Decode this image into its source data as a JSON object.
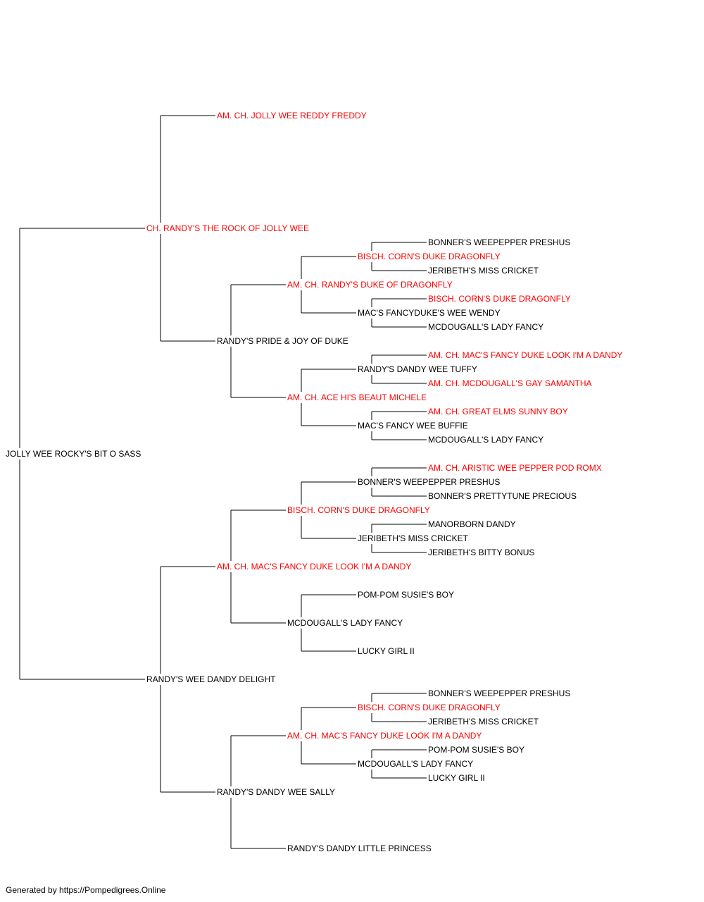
{
  "colors": {
    "champion": "#ff0000",
    "regular": "#000000",
    "line": "#000000"
  },
  "pedigree": {
    "subject": {
      "name": "JOLLY WEE ROCKY'S BIT O SASS",
      "champion": false
    },
    "sire": {
      "name": "CH. RANDY'S THE ROCK OF JOLLY WEE",
      "champion": true,
      "sire": {
        "name": "AM. CH. JOLLY WEE REDDY FREDDY",
        "champion": true
      },
      "dam": {
        "name": "RANDY'S PRIDE & JOY OF DUKE",
        "champion": false,
        "sire": {
          "name": "AM. CH. RANDY'S DUKE OF DRAGONFLY",
          "champion": true,
          "sire": {
            "name": "BISCH. CORN'S DUKE DRAGONFLY",
            "champion": true,
            "sire": {
              "name": "BONNER'S WEEPEPPER PRESHUS",
              "champion": false
            },
            "dam": {
              "name": "JERIBETH'S MISS CRICKET",
              "champion": false
            }
          },
          "dam": {
            "name": "MAC'S FANCYDUKE'S WEE WENDY",
            "champion": false,
            "sire": {
              "name": "BISCH. CORN'S DUKE DRAGONFLY",
              "champion": true
            },
            "dam": {
              "name": "MCDOUGALL'S LADY FANCY",
              "champion": false
            }
          }
        },
        "dam": {
          "name": "AM. CH. ACE HI'S BEAUT MICHELE",
          "champion": true,
          "sire": {
            "name": "RANDY'S DANDY WEE TUFFY",
            "champion": false,
            "sire": {
              "name": "AM. CH. MAC'S FANCY DUKE LOOK I'M A DANDY",
              "champion": true
            },
            "dam": {
              "name": "AM. CH. MCDOUGALL'S GAY SAMANTHA",
              "champion": true
            }
          },
          "dam": {
            "name": "MAC'S FANCY WEE BUFFIE",
            "champion": false,
            "sire": {
              "name": "AM. CH. GREAT ELMS SUNNY BOY",
              "champion": true
            },
            "dam": {
              "name": "MCDOUGALL'S LADY FANCY",
              "champion": false
            }
          }
        }
      }
    },
    "dam": {
      "name": "RANDY'S WEE DANDY DELIGHT",
      "champion": false,
      "sire": {
        "name": "AM. CH. MAC'S FANCY DUKE LOOK I'M A DANDY",
        "champion": true,
        "sire": {
          "name": "BISCH. CORN'S DUKE DRAGONFLY",
          "champion": true,
          "sire": {
            "name": "BONNER'S WEEPEPPER PRESHUS",
            "champion": false,
            "sire": {
              "name": "AM. CH. ARISTIC WEE PEPPER POD ROMX",
              "champion": true
            },
            "dam": {
              "name": "BONNER'S PRETTYTUNE PRECIOUS",
              "champion": false
            }
          },
          "dam": {
            "name": "JERIBETH'S MISS CRICKET",
            "champion": false,
            "sire": {
              "name": "MANORBORN DANDY",
              "champion": false
            },
            "dam": {
              "name": "JERIBETH'S BITTY BONUS",
              "champion": false
            }
          }
        },
        "dam": {
          "name": "MCDOUGALL'S LADY FANCY",
          "champion": false,
          "sire": {
            "name": "POM-POM SUSIE'S BOY",
            "champion": false
          },
          "dam": {
            "name": "LUCKY GIRL II",
            "champion": false
          }
        }
      },
      "dam": {
        "name": "RANDY'S DANDY WEE SALLY",
        "champion": false,
        "sire": {
          "name": "AM. CH. MAC'S FANCY DUKE LOOK I'M A DANDY",
          "champion": true,
          "sire": {
            "name": "BISCH. CORN'S DUKE DRAGONFLY",
            "champion": true,
            "sire": {
              "name": "BONNER'S WEEPEPPER PRESHUS",
              "champion": false
            },
            "dam": {
              "name": "JERIBETH'S MISS CRICKET",
              "champion": false
            }
          },
          "dam": {
            "name": "MCDOUGALL'S LADY FANCY",
            "champion": false,
            "sire": {
              "name": "POM-POM SUSIE'S BOY",
              "champion": false
            },
            "dam": {
              "name": "LUCKY GIRL II",
              "champion": false
            }
          }
        },
        "dam": {
          "name": "RANDY'S DANDY LITTLE PRINCESS",
          "champion": false
        }
      }
    }
  },
  "footer": {
    "text": "Generated by https://Pompedigrees.Online"
  }
}
